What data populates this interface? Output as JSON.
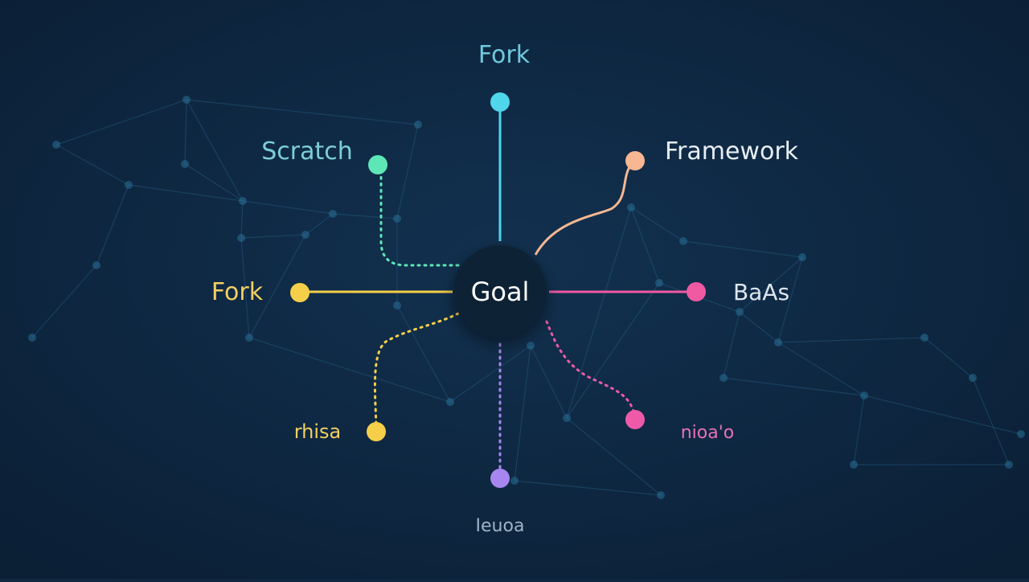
{
  "colors": {
    "background": "#0f2740",
    "hub_fill": "#0c2236",
    "hub_text": "#ffffff",
    "network": "#2a6f95"
  },
  "hub": {
    "label": "Goal"
  },
  "branches": [
    {
      "id": "fork-top",
      "label": "Fork",
      "color": "#4fd6ea",
      "line_style": "solid",
      "label_color": "#6fc8dc"
    },
    {
      "id": "scratch",
      "label": "Scratch",
      "color": "#5fe6b6",
      "line_style": "dotted",
      "label_color": "#7ccfd8"
    },
    {
      "id": "framework",
      "label": "Framework",
      "color": "#f7b792",
      "line_style": "solid",
      "label_color": "#e8eef4"
    },
    {
      "id": "fork-left",
      "label": "Fork",
      "color": "#f5cf49",
      "line_style": "solid",
      "label_color": "#f3cf63"
    },
    {
      "id": "baas",
      "label": "BaAs",
      "color": "#ef5aa2",
      "line_style": "solid",
      "label_color": "#dde6ef"
    },
    {
      "id": "lower-left",
      "label": "rhisa",
      "color": "#f5cf49",
      "line_style": "dotted",
      "label_color": "#f3cf63"
    },
    {
      "id": "lower-right",
      "label": "nioa'o",
      "color": "#ee5aa8",
      "line_style": "dotted",
      "label_color": "#e772b6"
    },
    {
      "id": "bottom",
      "label": "Ieuoa",
      "color": "#a786f0",
      "line_style": "dotted",
      "label_color": "#9fb3c8"
    }
  ]
}
